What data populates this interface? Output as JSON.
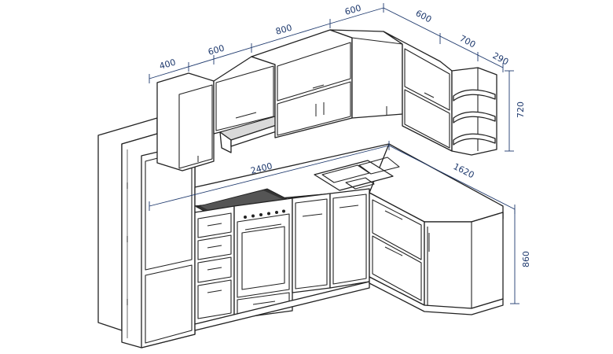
{
  "diagram": {
    "line_color": "#222222",
    "dimension_color": "#1f3a6e",
    "dimensions": {
      "upper_400": "400",
      "upper_600_a": "600",
      "upper_800": "800",
      "upper_600_b": "600",
      "side_600": "600",
      "side_700": "700",
      "side_290": "290",
      "height_720": "720",
      "counter_2400": "2400",
      "counter_1620": "1620",
      "height_860": "860"
    }
  }
}
